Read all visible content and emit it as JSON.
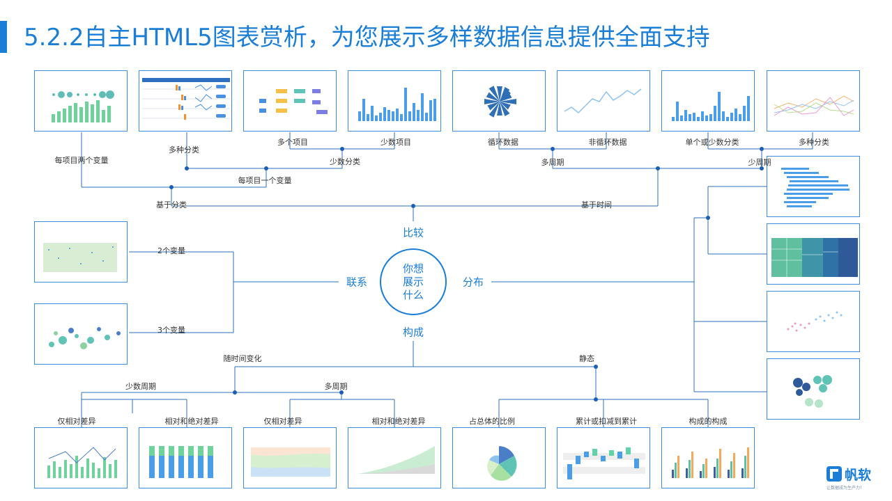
{
  "page": {
    "title": "5.2.2自主HTML5图表赏析，为您展示多样数据信息提供全面支持",
    "accent": "#1a7dd6"
  },
  "center": {
    "line1": "你想",
    "line2": "展示",
    "line3": "什么"
  },
  "categories": {
    "compare": "比较",
    "relation": "联系",
    "distribution": "分布",
    "composition": "构成"
  },
  "labels": {
    "per_item_two_vars": "每项目两个变量",
    "multi_category_top": "多种分类",
    "multi_item": "多个项目",
    "few_items": "少数项目",
    "cyclic": "循环数据",
    "non_cyclic": "非循环数据",
    "single_or_few_cat": "单个或少数分类",
    "multi_category_right": "多种分类",
    "few_category": "少数分类",
    "per_item_one_var": "每项目一个变量",
    "multi_period": "多周期",
    "few_period": "少周期",
    "by_category": "基于分类",
    "by_time": "基于时间",
    "two_vars": "2个变量",
    "three_vars": "3个变量",
    "over_time": "随时间变化",
    "static": "静态",
    "few_period_b": "少数周期",
    "multi_period_b": "多周期",
    "rel_diff_1": "仅相对差异",
    "rel_abs_1": "相对和绝对差异",
    "rel_diff_2": "仅相对差异",
    "rel_abs_2": "相对和绝对差异",
    "share_total": "占总体的比例",
    "cumulative": "累计或扣减到累计",
    "comp_of_comp": "构成的构成"
  },
  "logo": {
    "name": "帆软",
    "tagline": "让数据成为生产力！"
  },
  "icons": [
    "chart-thumbnail",
    "logo-icon"
  ]
}
